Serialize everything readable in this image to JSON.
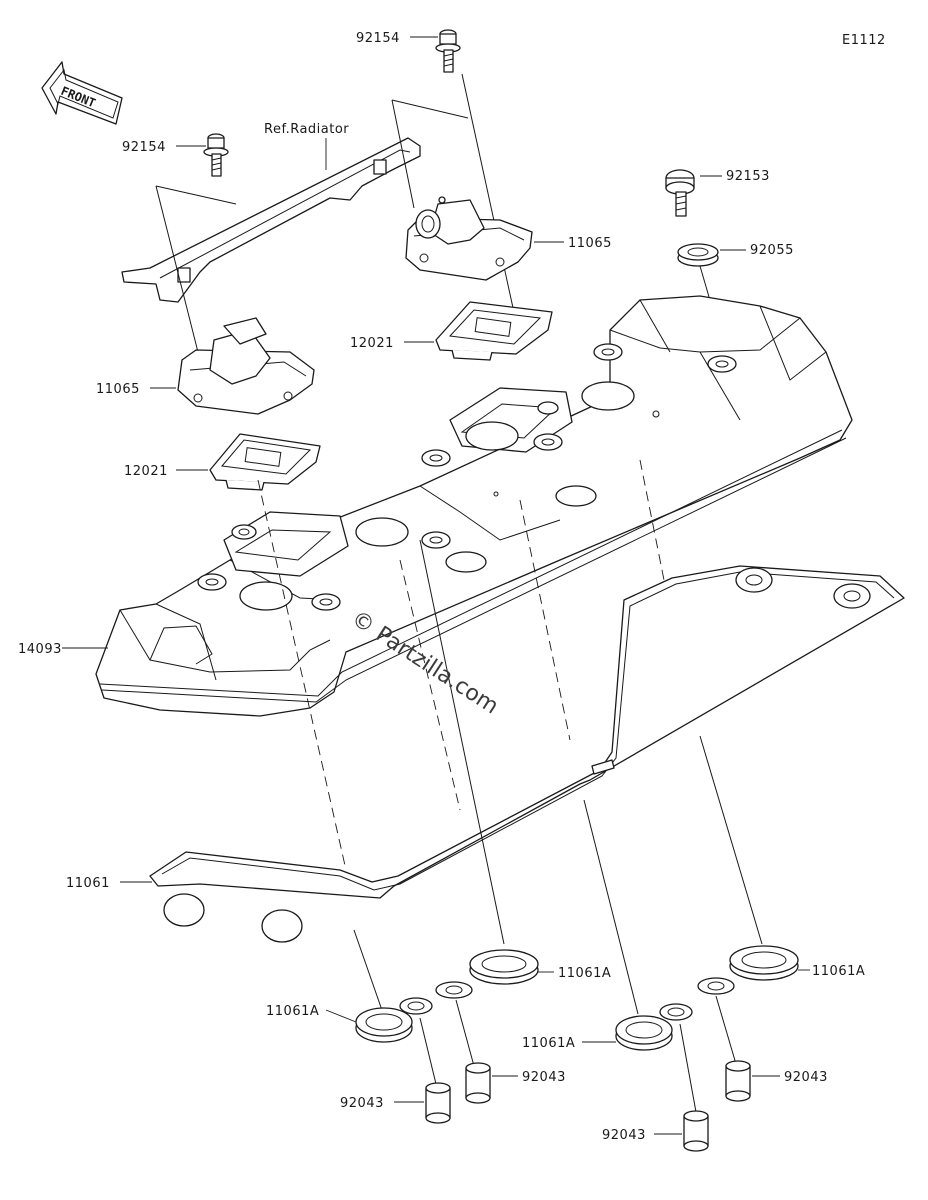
{
  "diagram_code": "E1112",
  "front_label": "FRONT",
  "ref_label": "Ref.Radiator",
  "watermark": "© Partzilla.com",
  "parts": {
    "bolt_top": "92154",
    "bolt_left": "92154",
    "bolt_right": "92153",
    "washer": "92055",
    "breather_right": "11065",
    "breather_left": "11065",
    "reed_right": "12021",
    "reed_left": "12021",
    "cylinder_head_cover": "14093",
    "gasket": "11061",
    "plug_gasket_1": "11061A",
    "plug_gasket_2": "11061A",
    "plug_gasket_3": "11061A",
    "plug_gasket_4": "11061A",
    "dowel_1": "92043",
    "dowel_2": "92043",
    "dowel_3": "92043",
    "dowel_4": "92043"
  }
}
